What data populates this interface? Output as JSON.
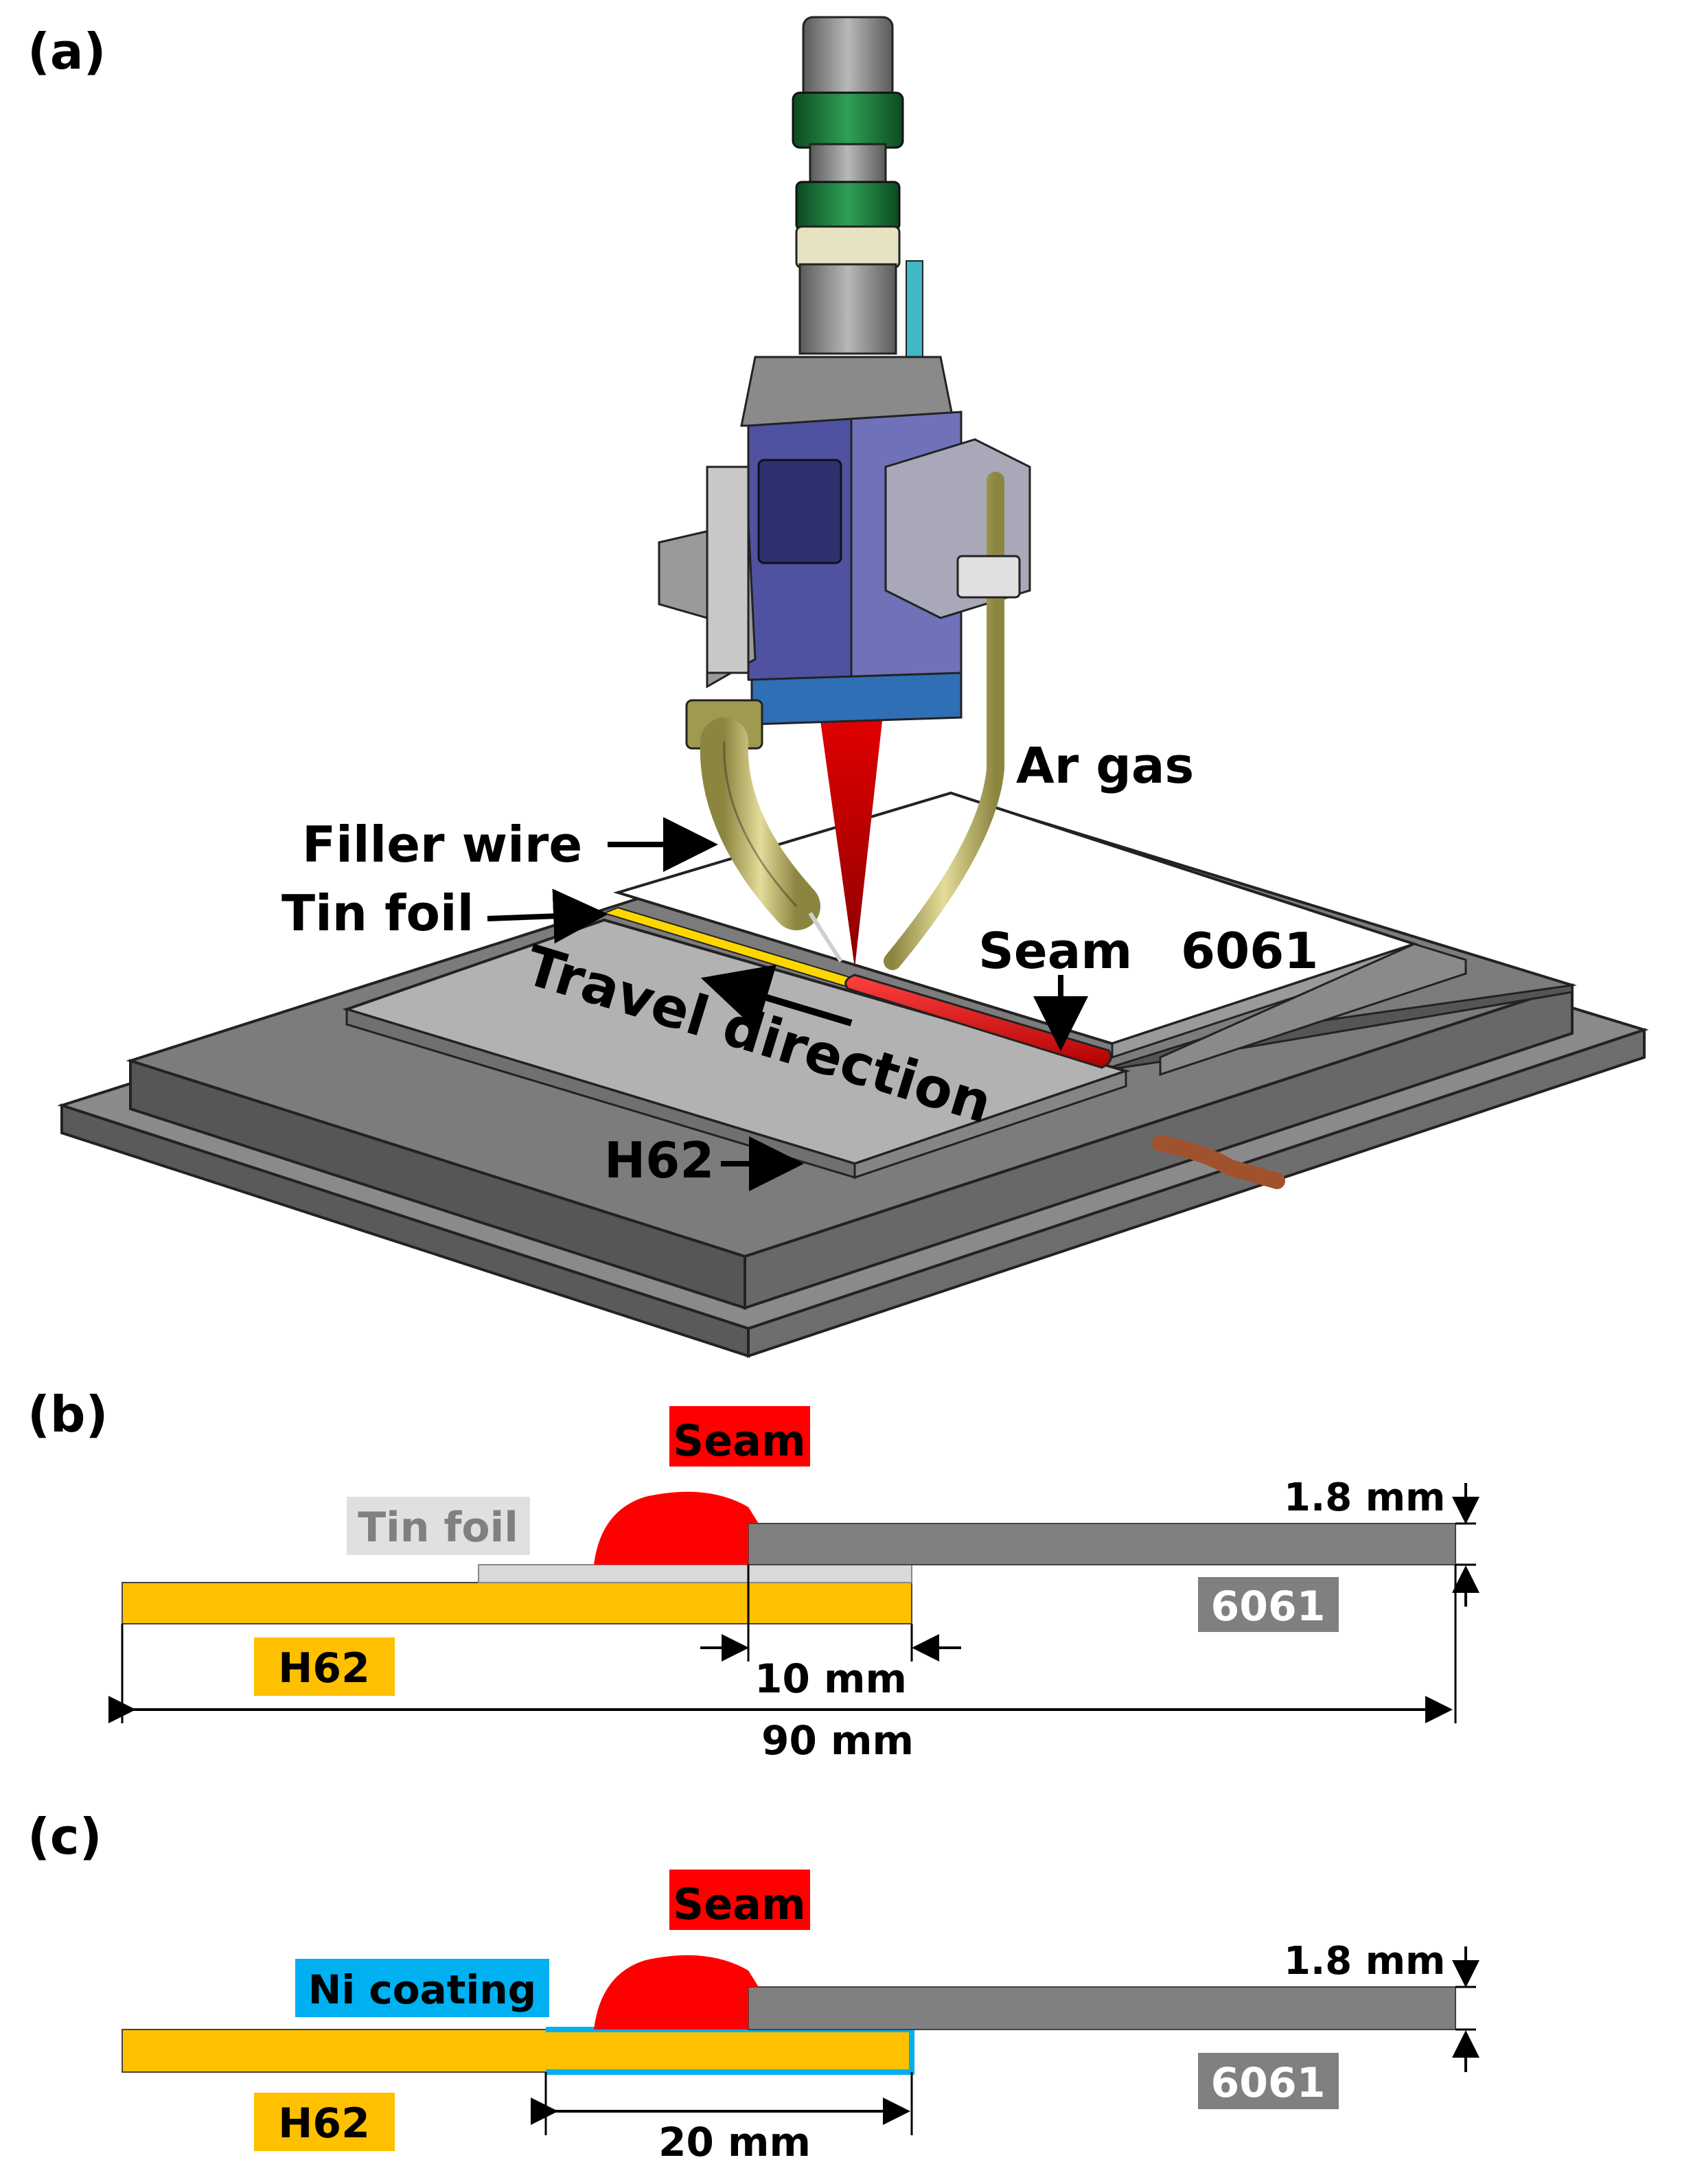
{
  "panels": {
    "a": {
      "label": "(a)",
      "labels": {
        "ar_gas": "Ar gas",
        "filler_wire": "Filler wire",
        "tin_foil": "Tin foil",
        "seam": "Seam",
        "alloy_6061": "6061",
        "travel_direction": "Travel direction",
        "h62": "H62"
      }
    },
    "b": {
      "label": "(b)",
      "seam": "Seam",
      "tin_foil": "Tin foil",
      "thickness": "1.8 mm",
      "alloy_6061": "6061",
      "h62": "H62",
      "overlap": "10 mm",
      "total_width": "90 mm"
    },
    "c": {
      "label": "(c)",
      "seam": "Seam",
      "ni_coating": "Ni coating",
      "thickness": "1.8 mm",
      "alloy_6061": "6061",
      "h62": "H62",
      "coating_length": "20 mm"
    }
  },
  "colors": {
    "h62": "#ffc000",
    "alloy_6061": "#808080",
    "seam": "#ff0000",
    "tin_foil": "#d9d9d9",
    "ni_coating": "#00b0f0",
    "laser": "#c00000",
    "head_blue": "#5b5ea6",
    "nozzle_green": "#1f7a3a",
    "gas_tube": "#b8b064",
    "plate_dark": "#6e6e6e",
    "plate_light": "#b4b4b4"
  }
}
